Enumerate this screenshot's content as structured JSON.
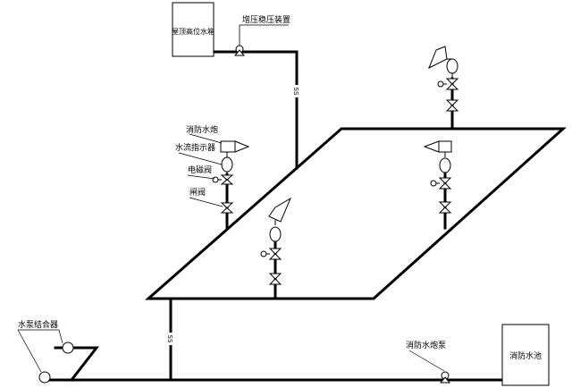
{
  "labels": {
    "roof_tank": "屋顶高位水箱",
    "pressure_device": "增压稳压装置",
    "monitor": "消防水炮",
    "flow_indicator": "水流指示器",
    "solenoid_valve": "电磁阀",
    "gate_valve": "闸阀",
    "pump_adapter": "水泵结合器",
    "fire_pump": "消防水炮泵",
    "fire_pool": "消防水池",
    "pipe_mark": "SS"
  },
  "colors": {
    "line": "#000000",
    "background": "#ffffff"
  },
  "icons": [
    "tank-icon",
    "pump-icon",
    "monitor-icon",
    "flow-indicator-icon",
    "solenoid-valve-icon",
    "gate-valve-icon",
    "adapter-icon"
  ]
}
